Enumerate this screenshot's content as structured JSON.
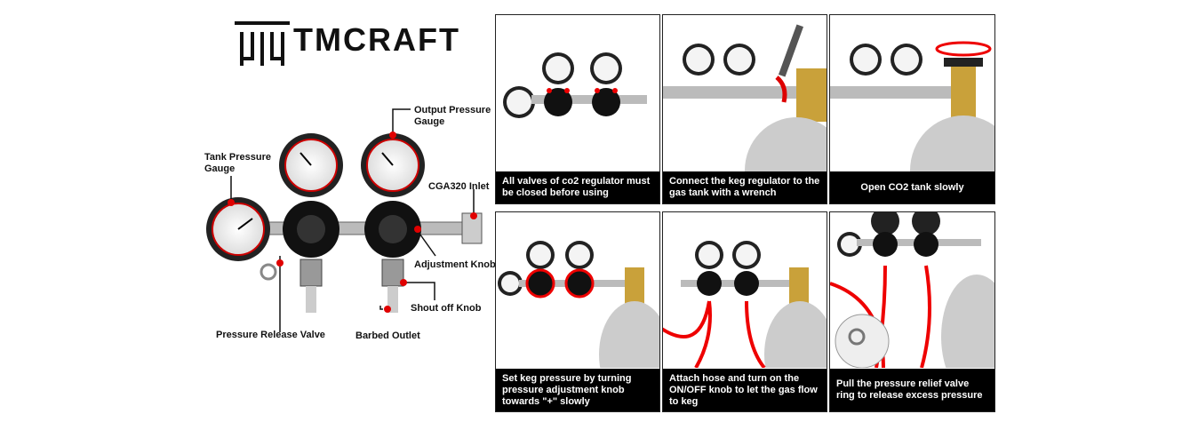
{
  "brand": {
    "name": "TMCRAFT"
  },
  "callouts": {
    "output_gauge": "Output Pressure Gauge",
    "tank_gauge": "Tank Pressure Gauge",
    "inlet": "CGA320 Inlet",
    "adjust_knob": "Adjustment Knob",
    "shutoff_knob": "Shout off Knob",
    "barbed_outlet": "Barbed Outlet",
    "release_valve": "Pressure Release Valve"
  },
  "steps": [
    {
      "caption": "All valves of co2 regulator must be closed before using"
    },
    {
      "caption": "Connect the keg regulator to the gas tank with a wrench"
    },
    {
      "caption": "Open CO2 tank slowly"
    },
    {
      "caption": "Set keg pressure by turning pressure adjustment knob towards \"+\" slowly"
    },
    {
      "caption": "Attach hose and turn on the ON/OFF knob to let the gas flow to keg"
    },
    {
      "caption": "Pull the pressure relief valve ring to release excess pressure"
    }
  ],
  "colors": {
    "accent": "#e00000",
    "caption_bg": "#000000"
  }
}
